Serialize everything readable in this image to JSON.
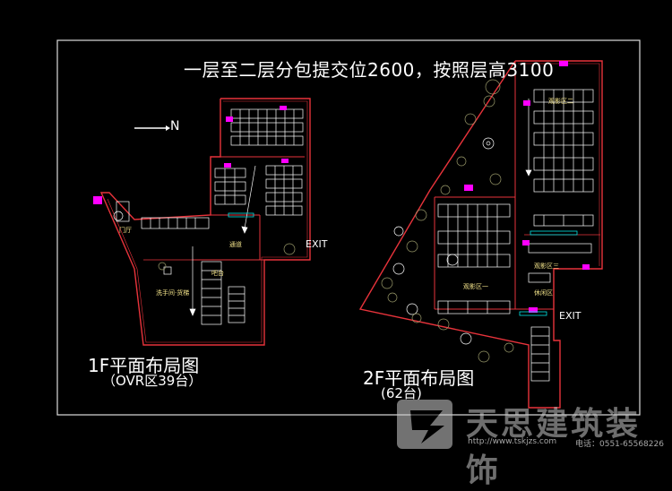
{
  "title": "一层至二层分包提交位2600，按照层高3100",
  "north_label": "N",
  "floors": {
    "first": {
      "label": "1F平面布局图",
      "capacity": "（OVR区39台）",
      "exit": "EXIT",
      "rooms": [
        "门厅",
        "洗手间·货梯",
        "通道",
        "吧台"
      ]
    },
    "second": {
      "label": "2F平面布局图",
      "capacity": "(62台)",
      "exit": "EXIT",
      "rooms": [
        "观影区二",
        "观影区一",
        "观影区三",
        "休闲区"
      ]
    }
  },
  "watermark": {
    "brand": "天思建筑装饰",
    "url": "http://www.tskjzs.com",
    "phone": "电话：0551-65568226"
  },
  "colors": {
    "background": "#000000",
    "wall": "#e8333b",
    "furniture": "#ffffff",
    "accent": "#ff00ff",
    "plant": "#9a9a6a",
    "highlight": "#00e5e5"
  }
}
